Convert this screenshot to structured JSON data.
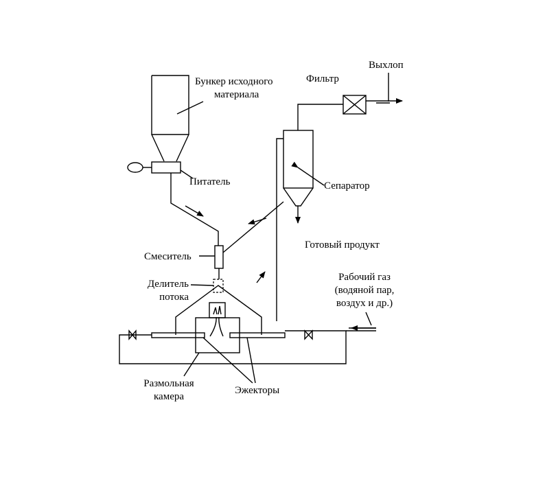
{
  "labels": {
    "bunker": [
      "Бункер исходного",
      "материала"
    ],
    "filter": "Фильтр",
    "exhaust": "Выхлоп",
    "feeder": "Питатель",
    "separator": "Сепаратор",
    "product": "Готовый продукт",
    "mixer": "Смеситель",
    "divider": [
      "Делитель",
      "потока"
    ],
    "gas": [
      "Рабочий газ",
      "(водяной пар,",
      "воздух и др.)"
    ],
    "chamber": [
      "Размольная",
      "камера"
    ],
    "ejectors": "Эжекторы"
  }
}
